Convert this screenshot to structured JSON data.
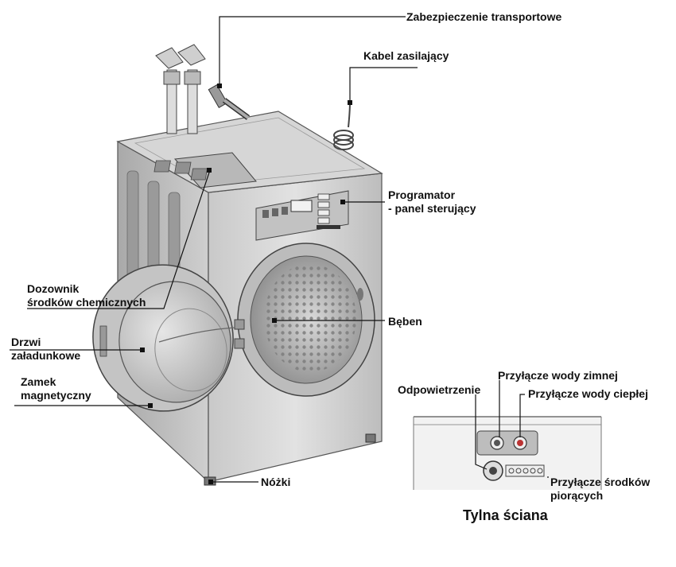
{
  "labels": {
    "transport_lock": "Zabezpieczenie transportowe",
    "power_cable": "Kabel zasilający",
    "programmer_1": "Programator",
    "programmer_2": "- panel sterujący",
    "dispenser_1": "Dozownik",
    "dispenser_2": "środków chemicznych",
    "drum": "Bęben",
    "door_1": "Drzwi",
    "door_2": "załadunkowe",
    "magnet_1": "Zamek",
    "magnet_2": "magnetyczny",
    "feet": "Nóżki",
    "cold_water": "Przyłącze wody zimnej",
    "vent": "Odpowietrzenie",
    "hot_water": "Przyłącze wody ciepłej",
    "detergent_1": "Przyłącze środków",
    "detergent_2": "piorących",
    "back_wall": "Tylna ściana"
  }
}
